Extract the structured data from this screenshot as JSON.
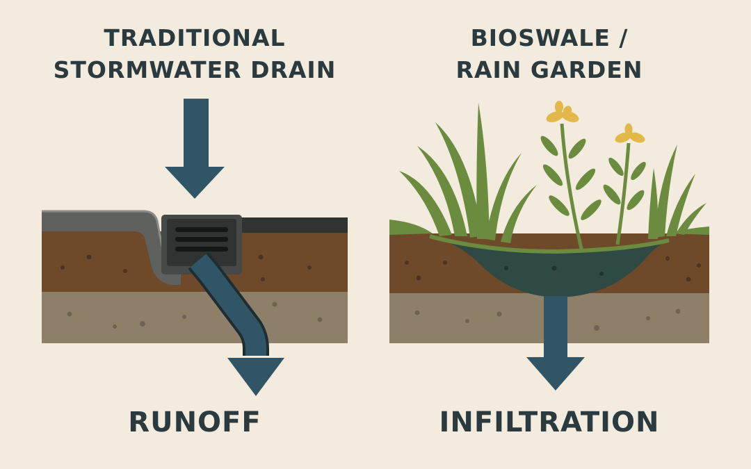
{
  "panels": {
    "traditional": {
      "title_line1": "TRADITIONAL",
      "title_line2": "STORMWATER DRAIN",
      "caption": "RUNOFF"
    },
    "bioswale": {
      "title_line1": "BIOSWALE /",
      "title_line2": "RAIN GARDEN",
      "caption": "INFILTRATION"
    }
  },
  "colors": {
    "background": "#f3ebde",
    "text": "#2b3a3e",
    "arrow": "#2f5566",
    "topsoil": "#6e4a2b",
    "subsoil": "#8e8068",
    "pavement": "#5f615f",
    "plant_green": "#6b8b3e",
    "flower": "#e2b848",
    "swale_fill": "#2f4a44"
  }
}
